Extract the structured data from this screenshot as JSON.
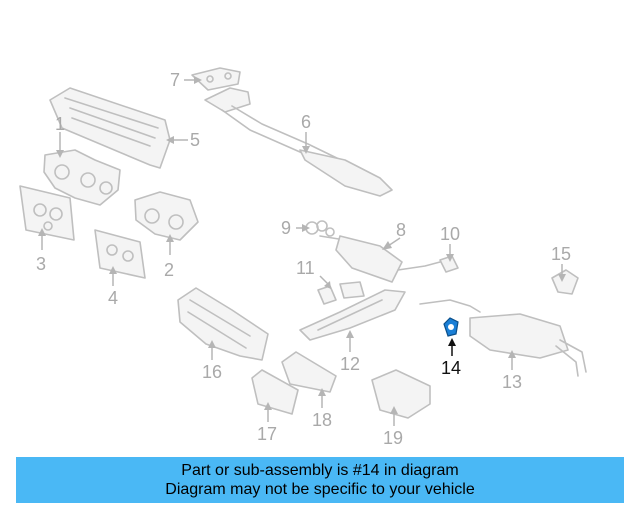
{
  "diagram": {
    "callouts": [
      {
        "id": "c1",
        "label": "1"
      },
      {
        "id": "c2",
        "label": "2"
      },
      {
        "id": "c3",
        "label": "3"
      },
      {
        "id": "c4",
        "label": "4"
      },
      {
        "id": "c5",
        "label": "5"
      },
      {
        "id": "c6",
        "label": "6"
      },
      {
        "id": "c7",
        "label": "7"
      },
      {
        "id": "c8",
        "label": "8"
      },
      {
        "id": "c9",
        "label": "9"
      },
      {
        "id": "c10",
        "label": "10"
      },
      {
        "id": "c11",
        "label": "11"
      },
      {
        "id": "c12",
        "label": "12"
      },
      {
        "id": "c13",
        "label": "13"
      },
      {
        "id": "c14",
        "label": "14"
      },
      {
        "id": "c15",
        "label": "15"
      },
      {
        "id": "c16",
        "label": "16"
      },
      {
        "id": "c17",
        "label": "17"
      },
      {
        "id": "c18",
        "label": "18"
      },
      {
        "id": "c19",
        "label": "19"
      }
    ],
    "highlight_color": "#1a7fd6",
    "highlighted_part": "14"
  },
  "banner": {
    "line1": "Part or sub-assembly is #14 in diagram",
    "line2": "Diagram may not be specific to your vehicle",
    "color": "#4ab8f5"
  }
}
